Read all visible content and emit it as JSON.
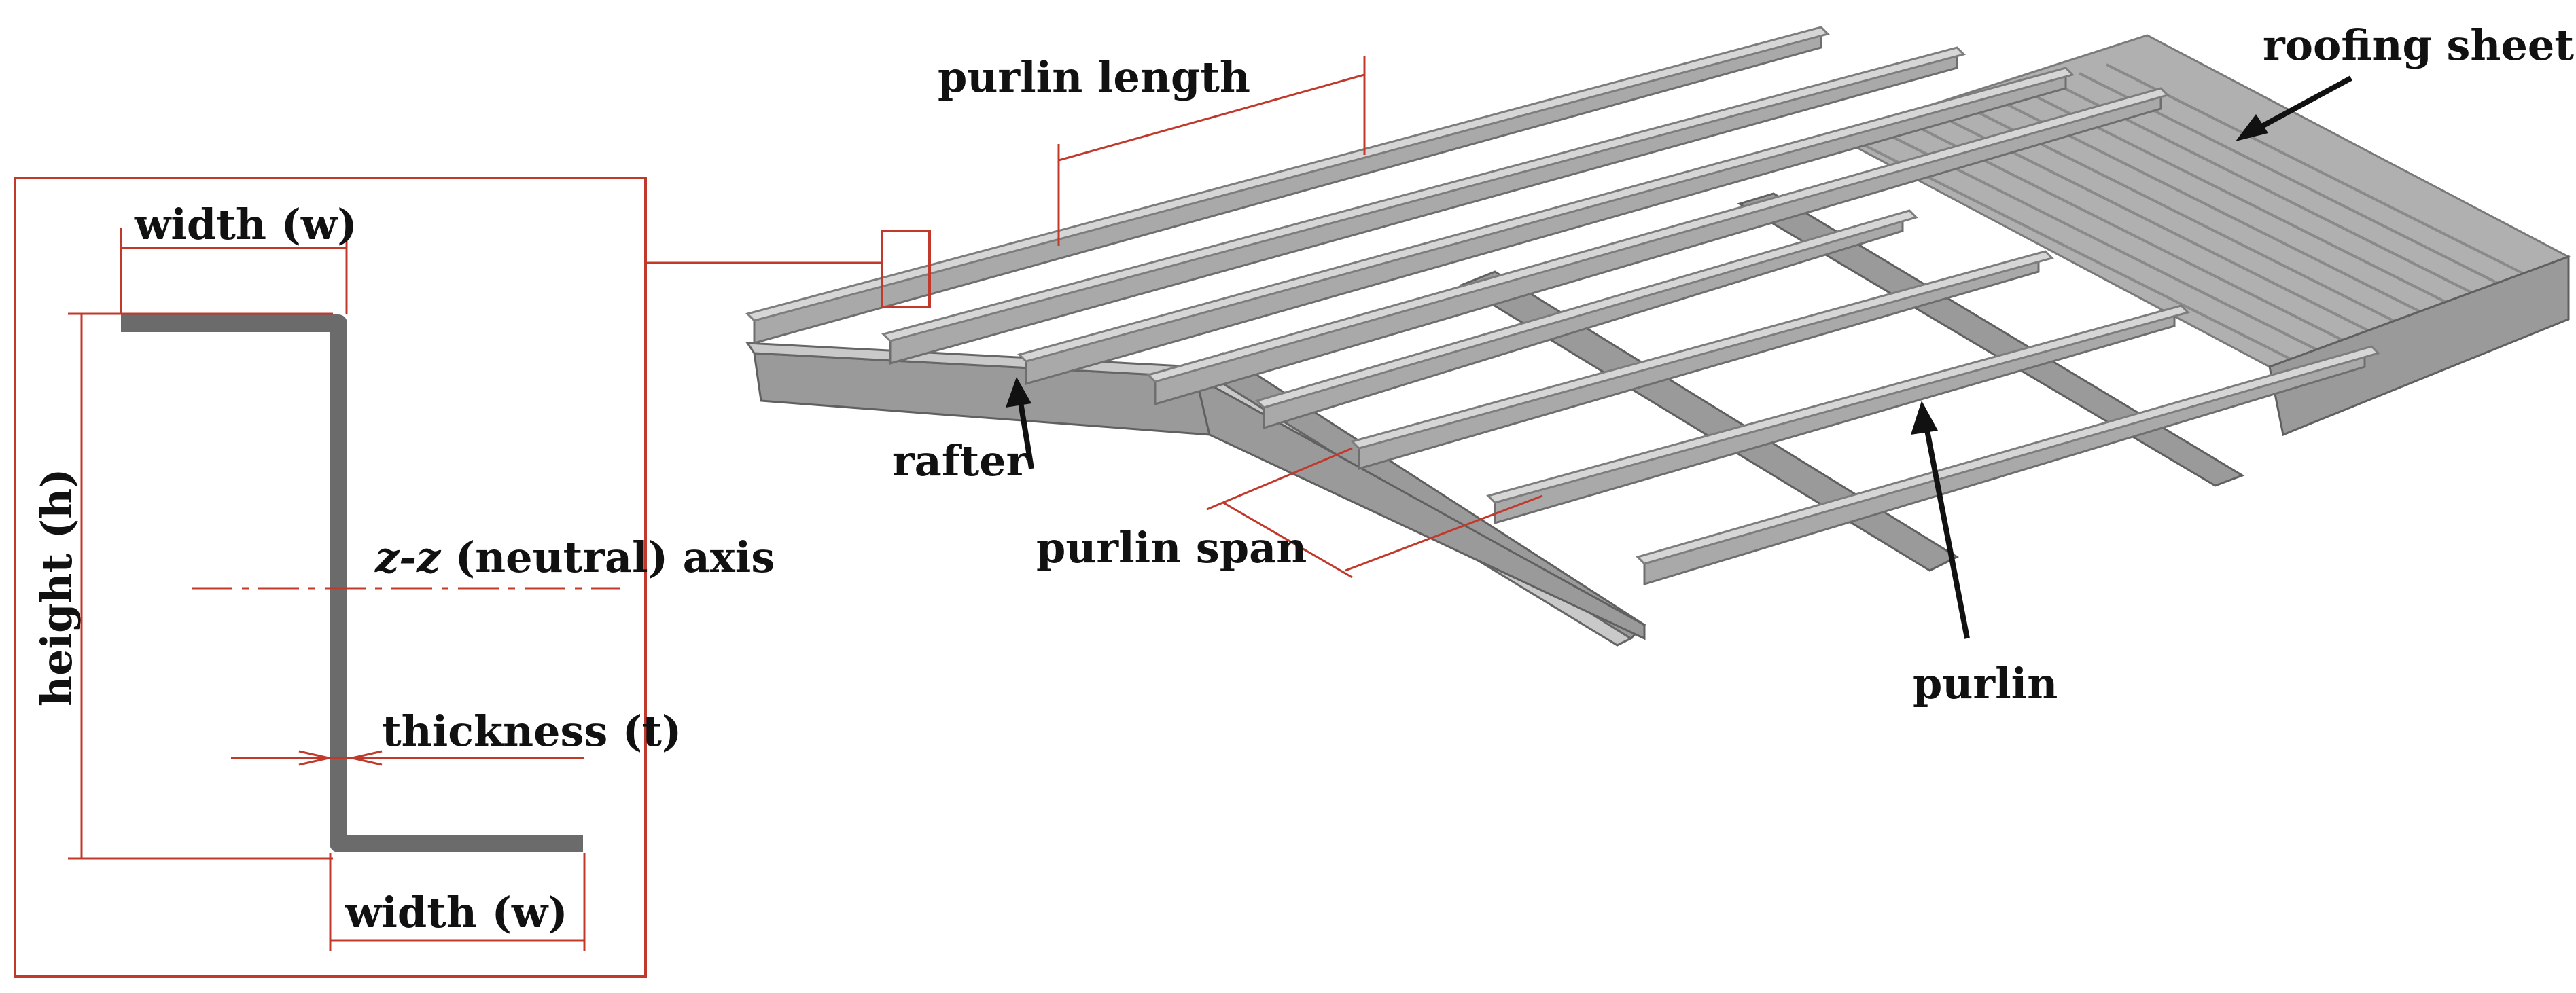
{
  "labels": {
    "width_top": "width (w)",
    "height": "height (h)",
    "axis_italic": "z-z",
    "axis_rest": " (neutral) axis",
    "thickness": "thickness (t)",
    "width_bottom": "width (w)",
    "purlin_length": "purlin length",
    "roofing_sheet": "roofing sheet",
    "rafter": "rafter",
    "purlin_span": "purlin span",
    "purlin": "purlin"
  },
  "colors": {
    "dimension": "#c0392b",
    "section": "#6b6b6b",
    "steel_light": "#d6d6d6",
    "steel_dark": "#a9a9a9"
  }
}
